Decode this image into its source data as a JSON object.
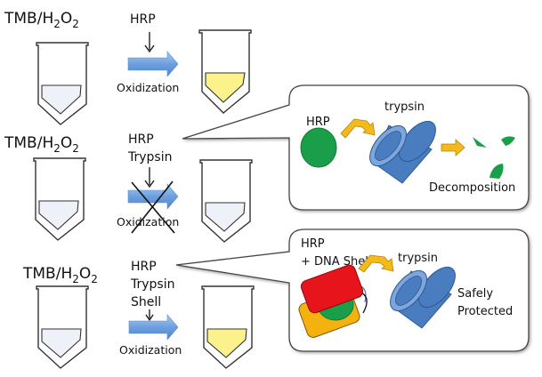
{
  "figure": {
    "title": "HRP protection by DNA shell against trypsin digestion",
    "colors": {
      "tube_outline": "#333333",
      "liquid_clear": "#eef1f7",
      "liquid_oxidized": "#fbf28c",
      "process_arrow": "#5b8fd6",
      "process_arrow_light": "#9cc0ee",
      "hrp": "#1a9e4a",
      "trypsin": "#4a7cc0",
      "trypsin_rim": "#7ea6da",
      "yellow_arrow": "#f5b91a",
      "shell_red": "#e8141c",
      "shell_orange": "#f5b20e",
      "callout_border": "#444444"
    }
  },
  "rows": [
    {
      "substrate": {
        "base": "TMB/H",
        "sub1": "2",
        "mid": "O",
        "sub2": "2"
      },
      "reagents": [
        "HRP"
      ],
      "process_label": "Oxidization",
      "blocked": false,
      "result": "oxidized"
    },
    {
      "substrate": {
        "base": "TMB/H",
        "sub1": "2",
        "mid": "O",
        "sub2": "2"
      },
      "reagents": [
        "HRP",
        "Trypsin"
      ],
      "process_label": "Oxidization",
      "blocked": true,
      "result": "clear",
      "callout": {
        "hrp_label": "HRP",
        "trypsin_label": "trypsin",
        "outcome_label": "Decomposition"
      }
    },
    {
      "substrate": {
        "base": "TMB/H",
        "sub1": "2",
        "mid": "O",
        "sub2": "2"
      },
      "reagents": [
        "HRP",
        "Trypsin",
        "Shell"
      ],
      "process_label": "Oxidization",
      "blocked": false,
      "result": "oxidized",
      "callout": {
        "hrp_label_line1": "HRP",
        "hrp_label_line2": "+ DNA Shell",
        "trypsin_label": "trypsin",
        "outcome_line1": "Safely",
        "outcome_line2": "Protected"
      }
    }
  ]
}
